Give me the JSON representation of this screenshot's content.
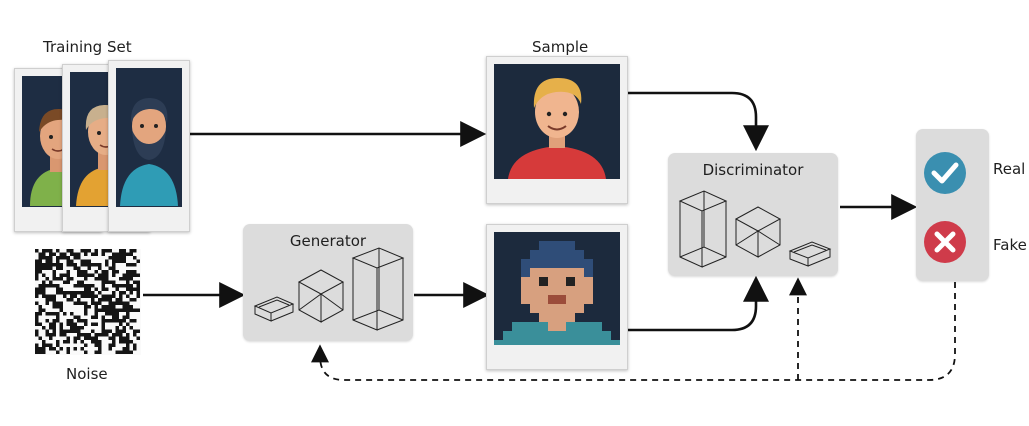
{
  "training_set": {
    "label": "Training Set",
    "icon": "portrait-stack-icon"
  },
  "sample": {
    "label": "Sample",
    "icon": "sample-portrait-icon"
  },
  "noise": {
    "label": "Noise",
    "icon": "noise-texture-icon"
  },
  "generator": {
    "label": "Generator",
    "icon": "network-boxes-icon"
  },
  "generated": {
    "icon": "pixelated-portrait-icon"
  },
  "discriminator": {
    "label": "Discriminator",
    "icon": "network-boxes-icon"
  },
  "output": {
    "real_label": "Real",
    "real_icon": "checkmark-icon",
    "fake_label": "Fake",
    "fake_icon": "cross-icon",
    "real_color": "#3a8fb0",
    "fake_color": "#cf3b4a"
  }
}
